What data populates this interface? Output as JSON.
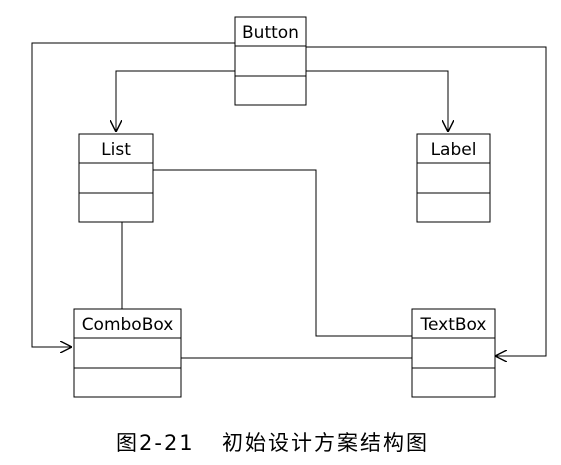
{
  "caption": {
    "number": "图2-21",
    "title": "初始设计方案结构图"
  },
  "classes": {
    "button": "Button",
    "list": "List",
    "label": "Label",
    "combobox": "ComboBox",
    "textbox": "TextBox"
  }
}
